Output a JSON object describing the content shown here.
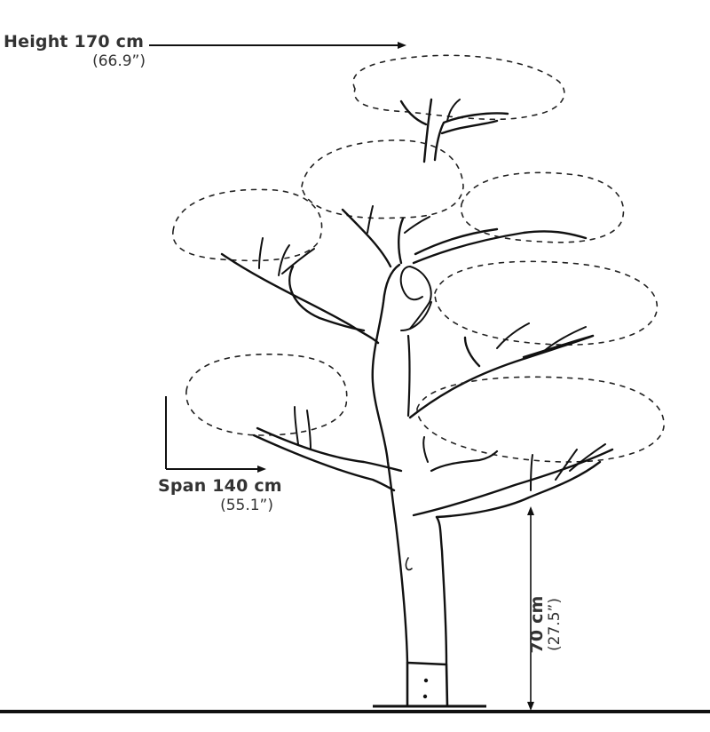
{
  "diagram": {
    "subject": "Sketched cloud-pruned tree with dimension annotations",
    "colors": {
      "background": "#ffffff",
      "ink": "#111111",
      "label_text": "#333333"
    },
    "dimensions": {
      "height": {
        "label": "Height 170 cm",
        "imperial": "(66.9”)",
        "arrow": "horizontal-right-to-tree-top"
      },
      "span": {
        "label": "Span 140 cm",
        "imperial": "(55.1”)",
        "arrow": "L-shaped-bracket-right"
      },
      "clear_trunk": {
        "label": "70 cm",
        "imperial": "(27.5”)",
        "arrow": "vertical-double-headed",
        "orientation": "rotated-90-ccw"
      }
    },
    "icons": {
      "tree": "tree-sketch",
      "pot": "square-planter-base",
      "ground": "ground-line"
    }
  }
}
